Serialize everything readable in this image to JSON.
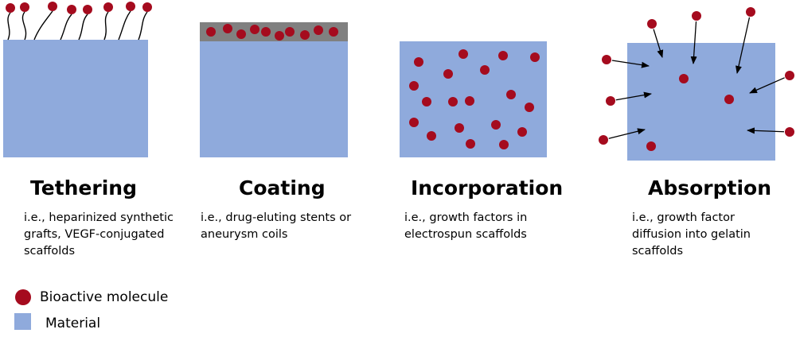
{
  "colors": {
    "material": "#8faadc",
    "molecule": "#a50b1e",
    "coating": "#808080",
    "tether": "#000000"
  },
  "panels": [
    {
      "title": "Tethering",
      "desc": [
        "i.e., heparinized synthetic",
        "grafts, VEGF-conjugated",
        "scaffolds"
      ]
    },
    {
      "title": "Coating",
      "desc": [
        "i.e., drug-eluting stents or",
        "aneurysm coils"
      ]
    },
    {
      "title": "Incorporation",
      "desc": [
        "i.e., growth factors  in",
        "electrospun scaffolds"
      ]
    },
    {
      "title": "Absorption",
      "desc": [
        "i.e., growth factor",
        "diffusion into gelatin",
        "scaffolds"
      ]
    }
  ],
  "legend": {
    "molecule_label": "Bioactive molecule",
    "material_label": "Material"
  }
}
